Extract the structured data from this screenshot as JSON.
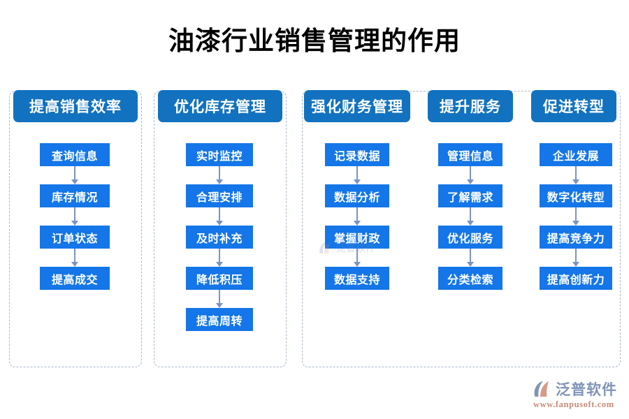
{
  "page": {
    "title": "油漆行业销售管理的作用",
    "background_color": "#ffffff"
  },
  "colors": {
    "header_blue": "#1272C0",
    "node_blue": "#1476E8",
    "arrow_gray_blue": "#7b93c4",
    "dashed_border": "#a8b6cc",
    "title_black": "#000000",
    "logo_blue_gray": "#8094b8",
    "logo_orange": "#c98b7a"
  },
  "columns": [
    {
      "header": "提高销售效率",
      "header_name": "column-header-improve-sales-efficiency",
      "nodes": [
        "查询信息",
        "库存情况",
        "订单状态",
        "提高成交"
      ]
    },
    {
      "header": "优化库存管理",
      "header_name": "column-header-optimize-inventory",
      "nodes": [
        "实时监控",
        "合理安排",
        "及时补充",
        "降低积压",
        "提高周转"
      ]
    },
    {
      "header": "强化财务管理",
      "header_name": "column-header-strengthen-finance",
      "nodes": [
        "记录数据",
        "数据分析",
        "掌握财政",
        "数据支持"
      ]
    },
    {
      "header": "提升服务",
      "header_name": "column-header-improve-service",
      "nodes": [
        "管理信息",
        "了解需求",
        "优化服务",
        "分类检索"
      ]
    },
    {
      "header": "促进转型",
      "header_name": "column-header-promote-transformation",
      "nodes": [
        "企业发展",
        "数字化转型",
        "提高竞争力",
        "提高创新力"
      ]
    }
  ],
  "watermark": {
    "text": "泛普软件"
  },
  "logo": {
    "brand": "泛普软件",
    "url": "www.fanpusoft.com"
  }
}
